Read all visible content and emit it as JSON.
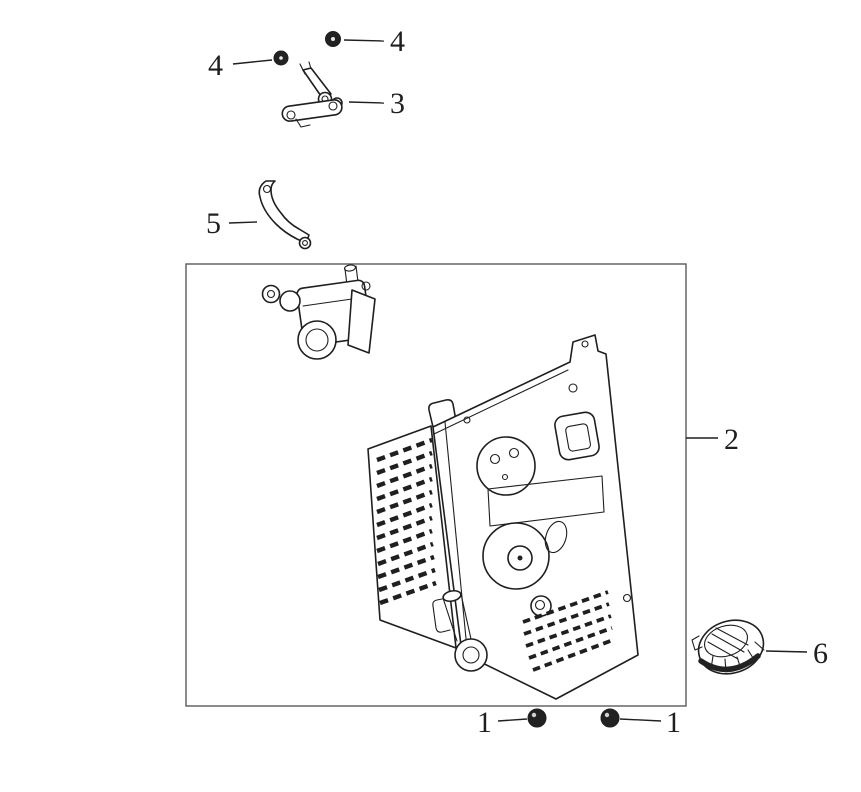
{
  "colors": {
    "ink": "#1f1f1f",
    "frame": "#5a5a5a",
    "dark": "#222222",
    "paper": "#ffffff"
  },
  "labels": {
    "part1_left": "1",
    "part1_right": "1",
    "part2": "2",
    "part3": "3",
    "part4_top": "4",
    "part4_left": "4",
    "part5": "5",
    "part6": "6"
  }
}
